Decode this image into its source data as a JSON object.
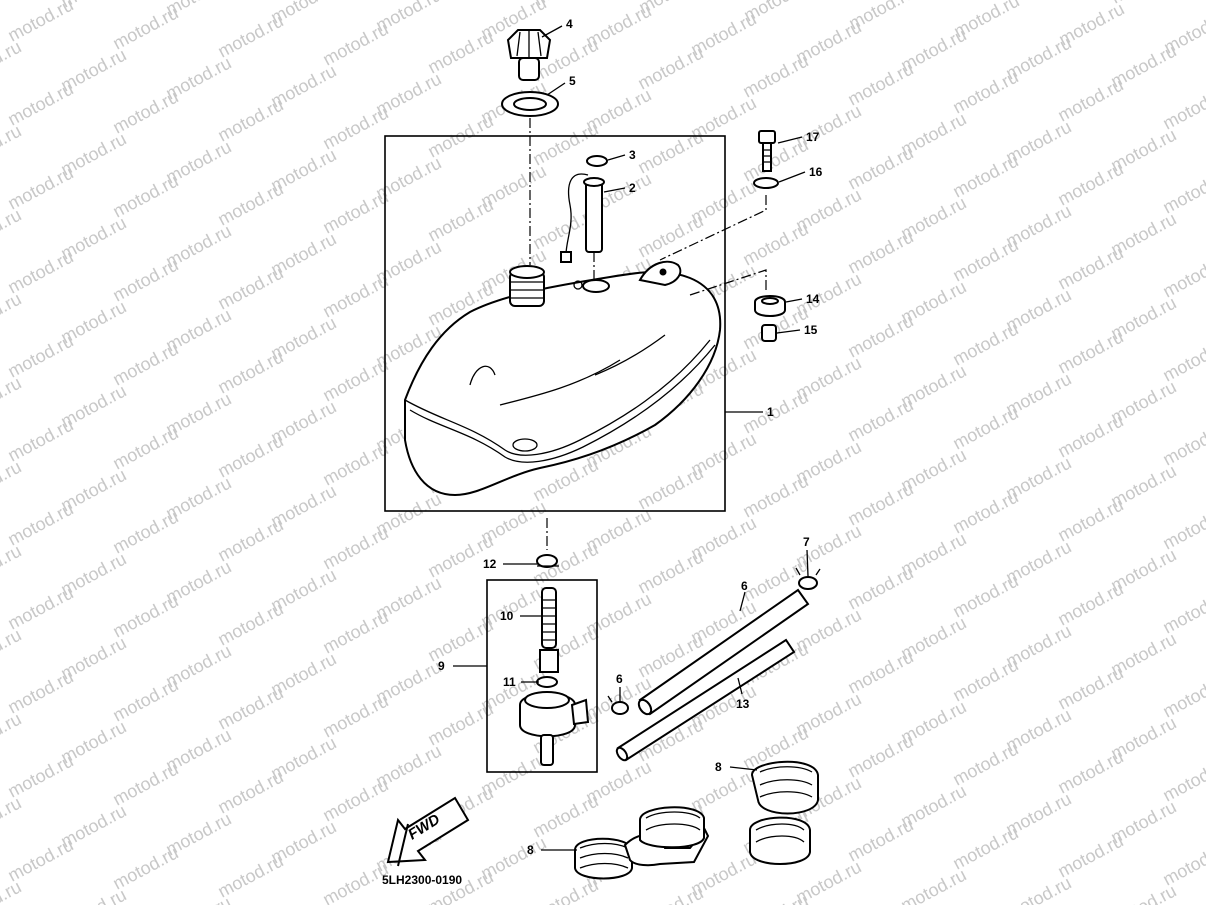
{
  "watermark": "motod.ru",
  "diagram_code": "5LH2300-0190",
  "fwd_label": "FWD",
  "callouts": {
    "c1": "1",
    "c2": "2",
    "c3": "3",
    "c4": "4",
    "c5": "5",
    "c6a": "6",
    "c6b": "6",
    "c7": "7",
    "c8a": "8",
    "c8b": "8",
    "c9": "9",
    "c10": "10",
    "c11": "11",
    "c12": "12",
    "c13": "13",
    "c14": "14",
    "c15": "15",
    "c16": "16",
    "c17": "17"
  },
  "colors": {
    "line": "#000000",
    "background": "#ffffff",
    "watermark": "#c8c8c8"
  }
}
